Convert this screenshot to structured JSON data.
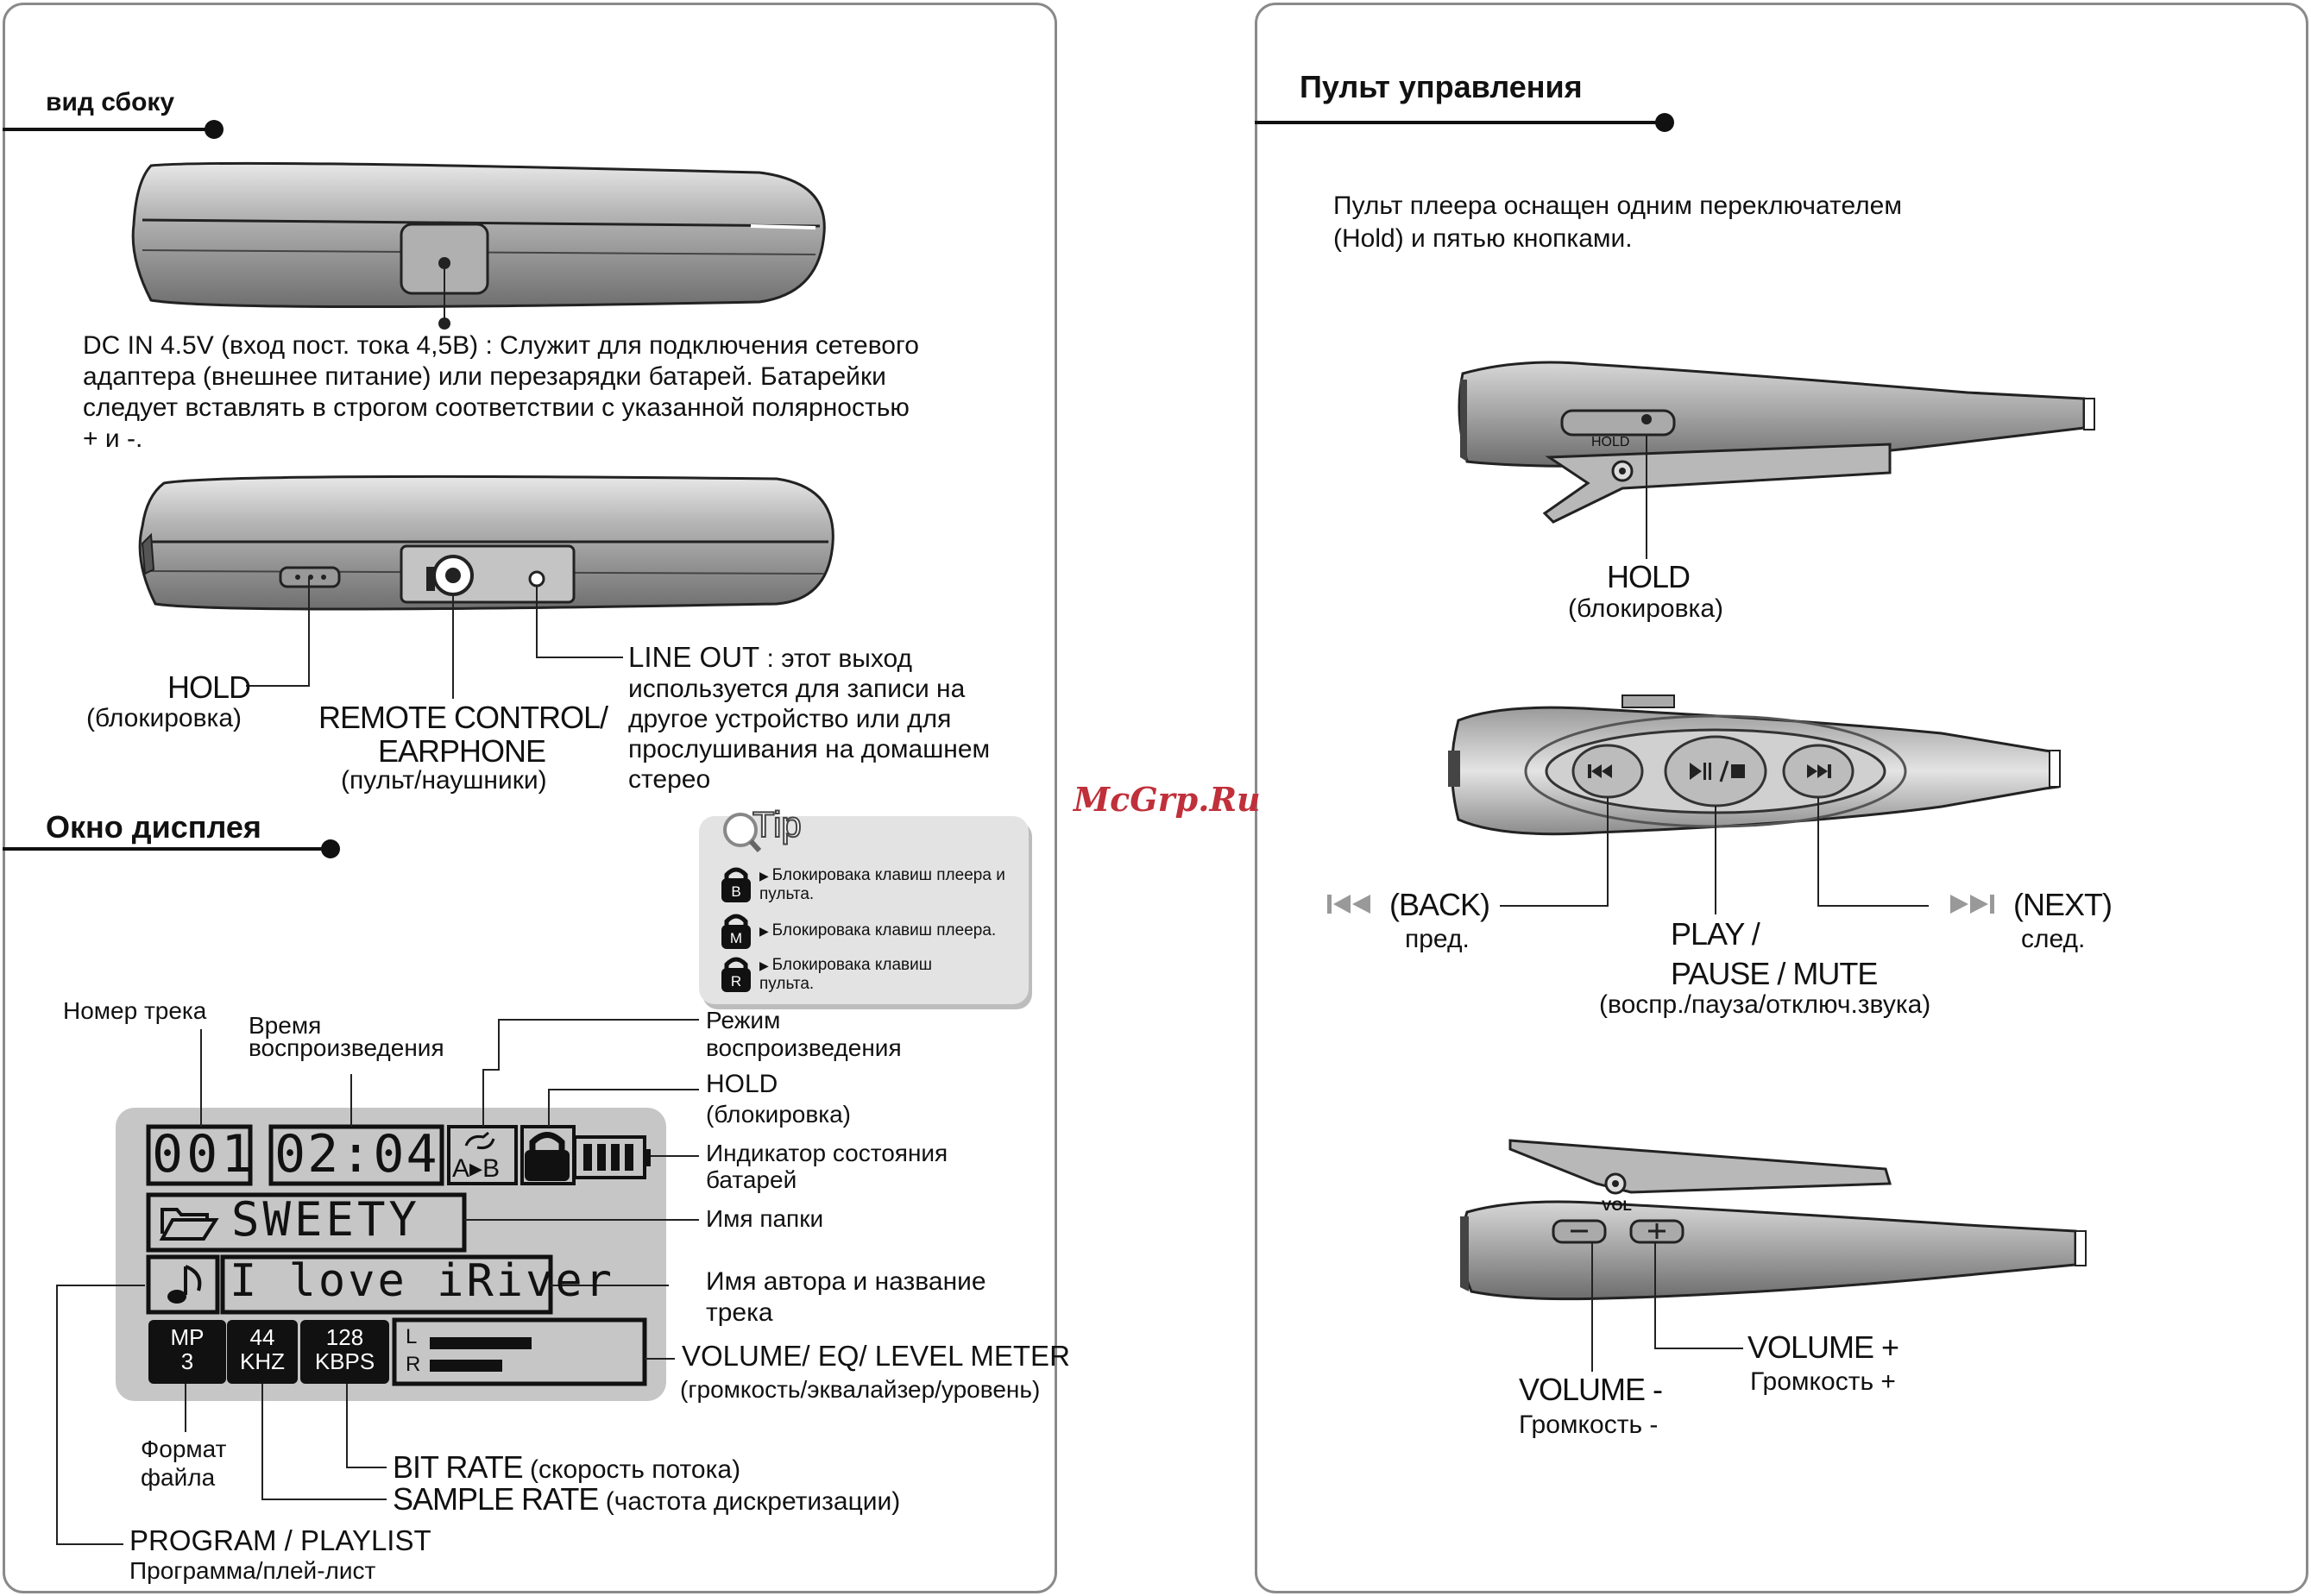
{
  "watermark": "McGrp.Ru",
  "side_view": {
    "heading": "вид сбоку",
    "dc_in_label": "DC IN 4.5V",
    "dc_in_text": "(вход пост. тока 4,5В)  : Служит для подключения сетевого адаптера (внешнее питание) или перезарядки батарей. Батарейки следует вставлять в строгом соответствии с указанной полярностью + и -.",
    "hold_label": "HOLD",
    "hold_sub": "(блокировка)",
    "remote_label_1": "REMOTE CONTROL/",
    "remote_label_2": "EARPHONE",
    "remote_sub": "(пульт/наушники)",
    "line_out_label": "LINE OUT",
    "line_out_text": " : этот выход используется для записи на другое устройство или для прослушивания на домашнем стерео"
  },
  "display_window": {
    "heading": "Окно дисплея",
    "tip": {
      "title": "Tip",
      "items": [
        {
          "badge": "B",
          "text": "Блокировака клавиш плеера и пульта."
        },
        {
          "badge": "M",
          "text": "Блокировака клавиш плеера."
        },
        {
          "badge": "R",
          "text": "Блокировака клавиш пульта."
        }
      ]
    },
    "lcd": {
      "track": "001",
      "time": "02:04",
      "repeat_mode": "A▸B",
      "folder": "SWEETY",
      "title": "I love iRiver",
      "format_1": "MP",
      "format_2": "3",
      "rate_1": "44",
      "rate_2": "KHZ",
      "bitrate_1": "128",
      "bitrate_2": "KBPS",
      "level_l": "L",
      "level_r": "R"
    },
    "labels": {
      "track_number": "Номер трека",
      "play_time_1": "Время",
      "play_time_2": "воспроизведения",
      "play_mode_1": "Режим",
      "play_mode_2": "воспроизведения",
      "hold_1": "HOLD",
      "hold_2": "(блокировка)",
      "battery_1": "Индикатор состояния",
      "battery_2": "батарей",
      "folder_name": "Имя папки",
      "artist_title_1": "Имя автора и название",
      "artist_title_2": "трека",
      "volume_1": "VOLUME/ EQ/ LEVEL METER",
      "volume_2": "(громкость/эквалайзер/уровень)",
      "file_format_1": "Формат",
      "file_format_2": "файла",
      "bit_rate": "BIT RATE",
      "bit_rate_ru": " (скорость потока)",
      "sample_rate": "SAMPLE RATE",
      "sample_rate_ru": " (частота дискретизации)",
      "program": "PROGRAM / PLAYLIST",
      "program_ru": "Программа/плей-лист"
    }
  },
  "remote": {
    "heading": "Пульт управления",
    "intro_1": "Пульт  плеера оснащен одним  переключателем",
    "intro_2": " (Hold) и пятью кнопками.",
    "hold_marker": "HOLD",
    "hold_label": "HOLD",
    "hold_sub": "(блокировка)",
    "back_label": "(BACK)",
    "back_sub": "пред.",
    "play_label_1": "PLAY /",
    "play_label_2": "PAUSE / MUTE",
    "play_sub": "(воспр./пауза/отключ.звука)",
    "next_label": "(NEXT)",
    "next_sub": "след.",
    "vol_marker": "VOL",
    "vol_minus_label": "VOLUME -",
    "vol_minus_sub": "Громкость -",
    "vol_plus_label": "VOLUME +",
    "vol_plus_sub": "Громкость +",
    "icons": [
      "hold-slider-icon",
      "back-icon",
      "play-pause-icon",
      "next-icon",
      "minus-icon",
      "plus-icon"
    ]
  }
}
